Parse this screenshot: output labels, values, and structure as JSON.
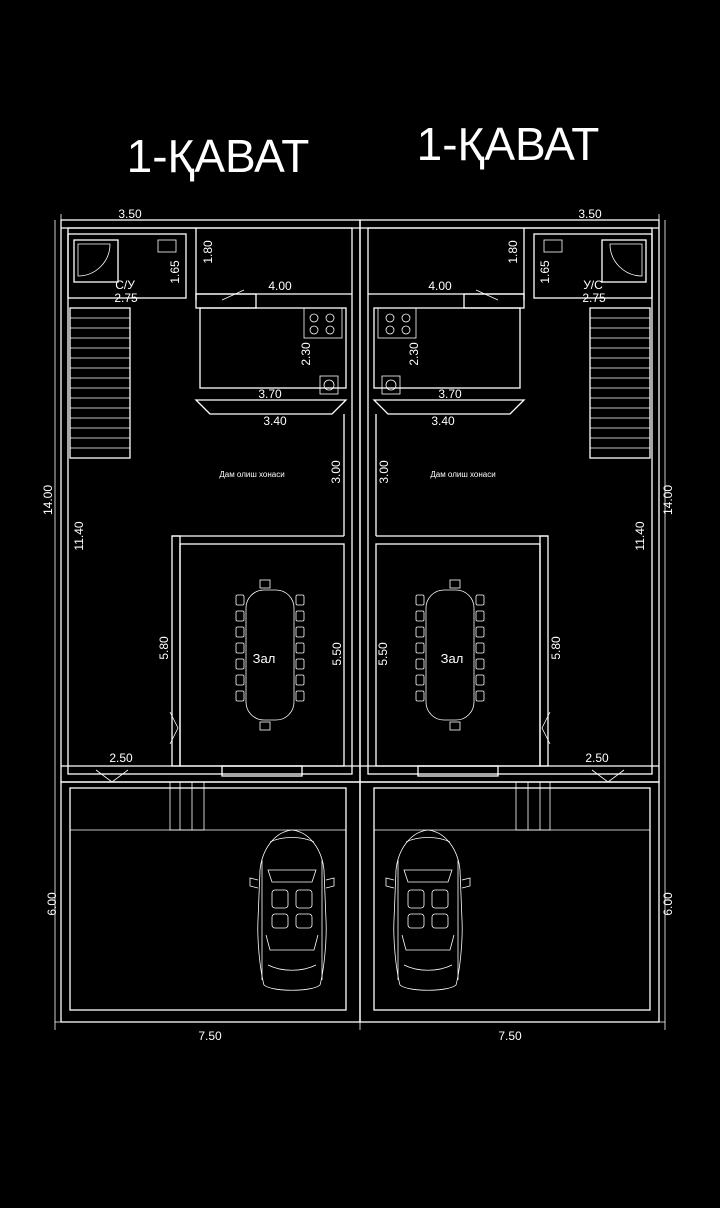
{
  "titles": {
    "left": "1-ҚАВАТ",
    "right": "1-ҚАВАТ"
  },
  "rooms": {
    "left_bath": "С/У",
    "right_bath": "У/С",
    "left_lounge": "Дам олиш хонаси",
    "right_lounge": "Дам олиш хонаси",
    "left_hall": "Зал",
    "right_hall": "Зал"
  },
  "dims": {
    "top_left": "3.50",
    "top_right": "3.50",
    "left_180": "1.80",
    "right_180": "1.80",
    "left_165": "1.65",
    "right_165": "1.65",
    "left_400": "4.00",
    "right_400": "4.00",
    "left_275": "2.75",
    "right_275": "2.75",
    "left_230": "2.30",
    "right_230": "2.30",
    "left_370": "3.70",
    "right_370": "3.70",
    "left_340": "3.40",
    "right_340": "3.40",
    "left_300": "3.00",
    "right_300": "3.00",
    "left_1400": "14.00",
    "right_1400": "14.00",
    "left_1140": "11.40",
    "right_1140": "11.40",
    "left_580": "5.80",
    "right_580": "5.80",
    "left_550": "5.50",
    "right_550": "5.50",
    "left_250": "2.50",
    "right_250": "2.50",
    "left_600": "6.00",
    "right_600": "6.00",
    "bottom_left": "7.50",
    "bottom_right": "7.50"
  }
}
